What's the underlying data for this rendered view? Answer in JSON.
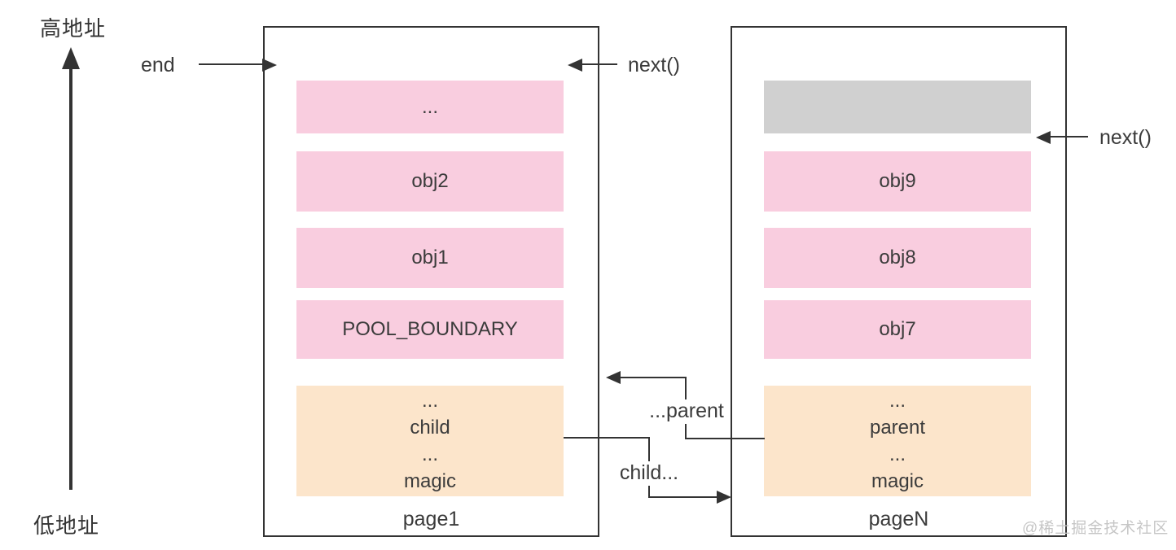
{
  "axis": {
    "high_label": "高地址",
    "low_label": "低地址"
  },
  "labels": {
    "end": "end",
    "next1": "next()",
    "next2": "next()",
    "parent_ref": "...parent",
    "child_ref": "child..."
  },
  "page1": {
    "title": "page1",
    "blocks": [
      {
        "text": "...",
        "type": "pink"
      },
      {
        "text": "obj2",
        "type": "pink"
      },
      {
        "text": "obj1",
        "type": "pink"
      },
      {
        "text": "POOL_BOUNDARY",
        "type": "pink"
      },
      {
        "type": "tan",
        "lines": [
          "...",
          "child",
          "...",
          "magic"
        ]
      }
    ]
  },
  "pageN": {
    "title": "pageN",
    "blocks": [
      {
        "text": "",
        "type": "gray"
      },
      {
        "text": "obj9",
        "type": "pink"
      },
      {
        "text": "obj8",
        "type": "pink"
      },
      {
        "text": "obj7",
        "type": "pink"
      },
      {
        "type": "tan",
        "lines": [
          "...",
          "parent",
          "...",
          "magic"
        ]
      }
    ]
  },
  "watermark": "@稀土掘金技术社区",
  "colors": {
    "pink_block": "#f9cddf",
    "tan_block": "#fce5cb",
    "gray_block": "#d0d0d0",
    "line": "#333333",
    "text": "#3b3b3b",
    "watermark": "#c6c6c6"
  }
}
